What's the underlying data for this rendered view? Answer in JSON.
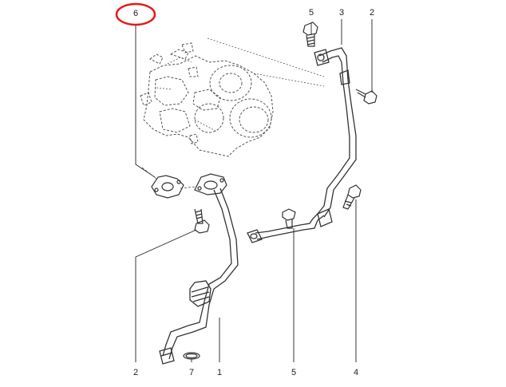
{
  "diagram": {
    "callouts": [
      {
        "id": "c6",
        "label": "6"
      },
      {
        "id": "c5_top",
        "label": "5"
      },
      {
        "id": "c3",
        "label": "3"
      },
      {
        "id": "c2_top",
        "label": "2"
      },
      {
        "id": "c2_bottom",
        "label": "2"
      },
      {
        "id": "c7",
        "label": "7"
      },
      {
        "id": "c1",
        "label": "1"
      },
      {
        "id": "c5_bottom",
        "label": "5"
      },
      {
        "id": "c4",
        "label": "4"
      }
    ],
    "highlight": {
      "color": "#e21b1b",
      "target": "6"
    },
    "colors": {
      "line": "#333333",
      "dashed": "#555555",
      "leader": "#222222"
    }
  }
}
